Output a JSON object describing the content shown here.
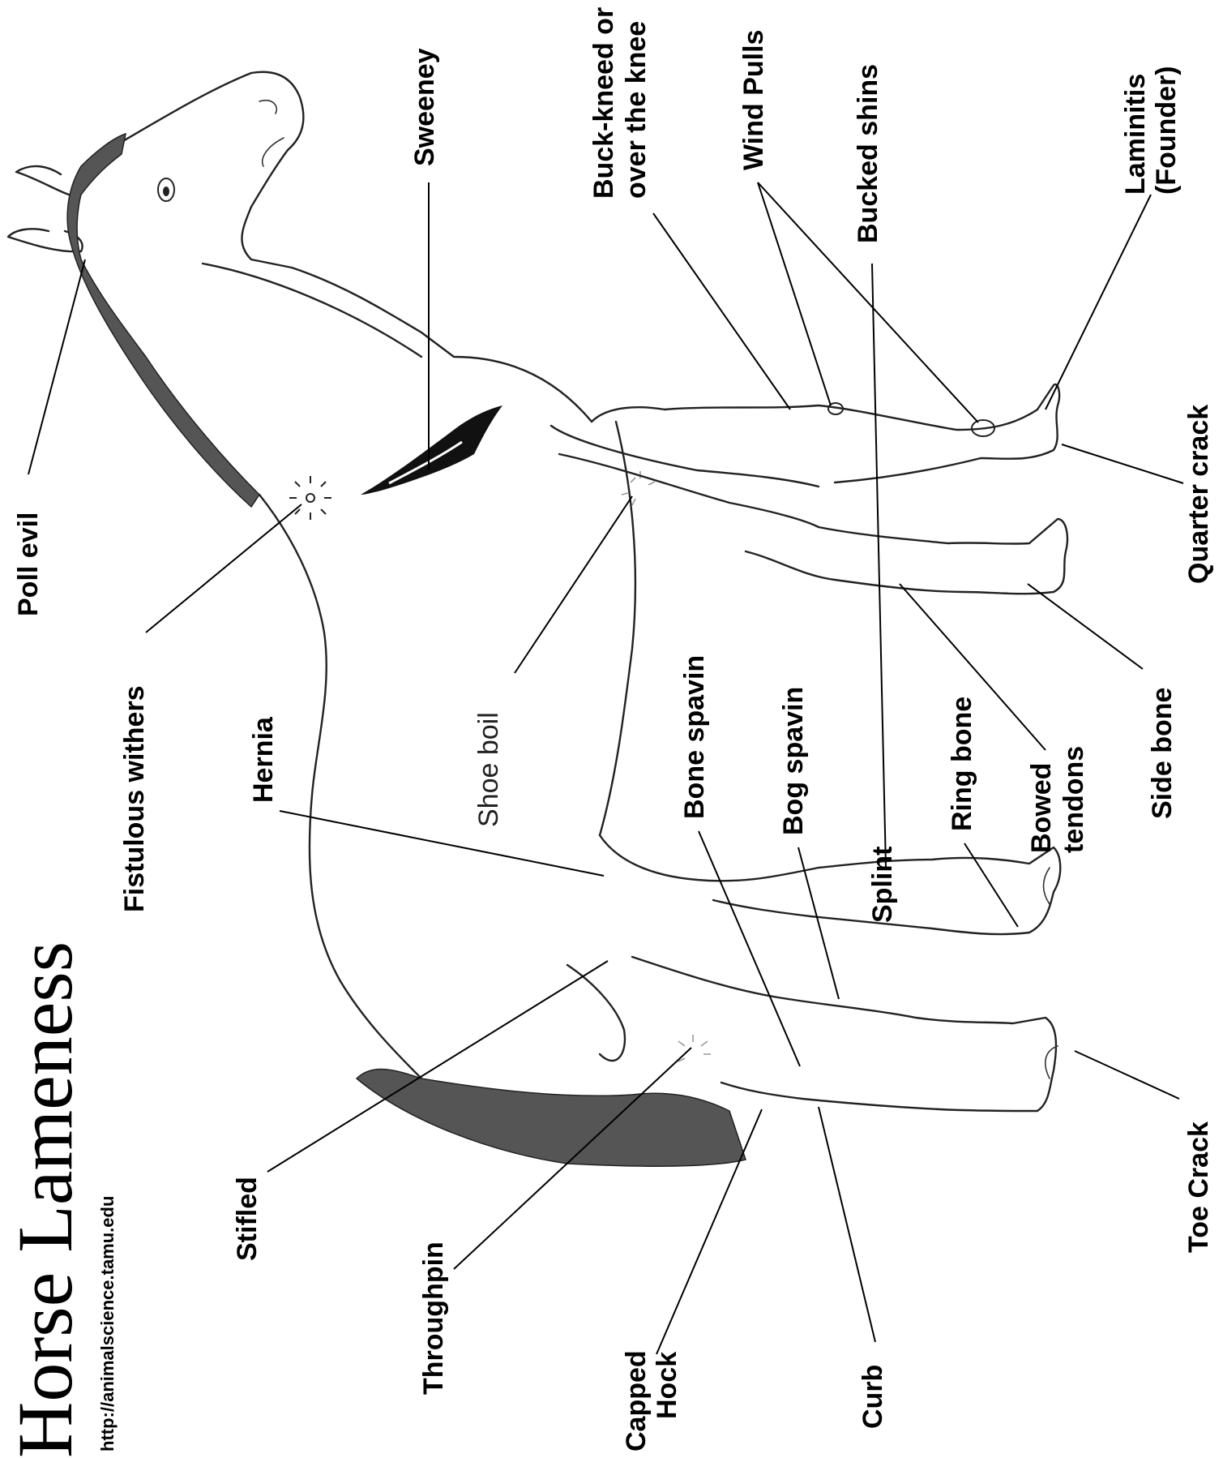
{
  "title": "Horse Lameness",
  "url": "http://animalscience.tamu.edu",
  "labels": {
    "poll_evil": "Poll evil",
    "fistulous_withers": "Fistulous withers",
    "sweeney": "Sweeney",
    "shoe_boil": "Shoe boil",
    "hernia": "Hernia",
    "buck_kneed_1": "Buck-kneed or",
    "buck_kneed_2": "over the knee",
    "wind_pulls": "Wind Pulls",
    "bucked_shins": "Bucked shins",
    "laminitis_1": "Laminitis",
    "laminitis_2": "(Founder)",
    "quarter_crack": "Quarter crack",
    "side_bone": "Side bone",
    "bowed_tendons_1": "Bowed",
    "bowed_tendons_2": "tendons",
    "ring_bone": "Ring bone",
    "splint": "Splint",
    "bog_spavin": "Bog spavin",
    "bone_spavin": "Bone spavin",
    "toe_crack": "Toe Crack",
    "curb": "Curb",
    "capped_hock_1": "Capped",
    "capped_hock_2": "Hock",
    "throughpin": "Throughpin",
    "stifled": "Stifled"
  },
  "colors": {
    "shading": "#555555",
    "ink": "#000000"
  }
}
